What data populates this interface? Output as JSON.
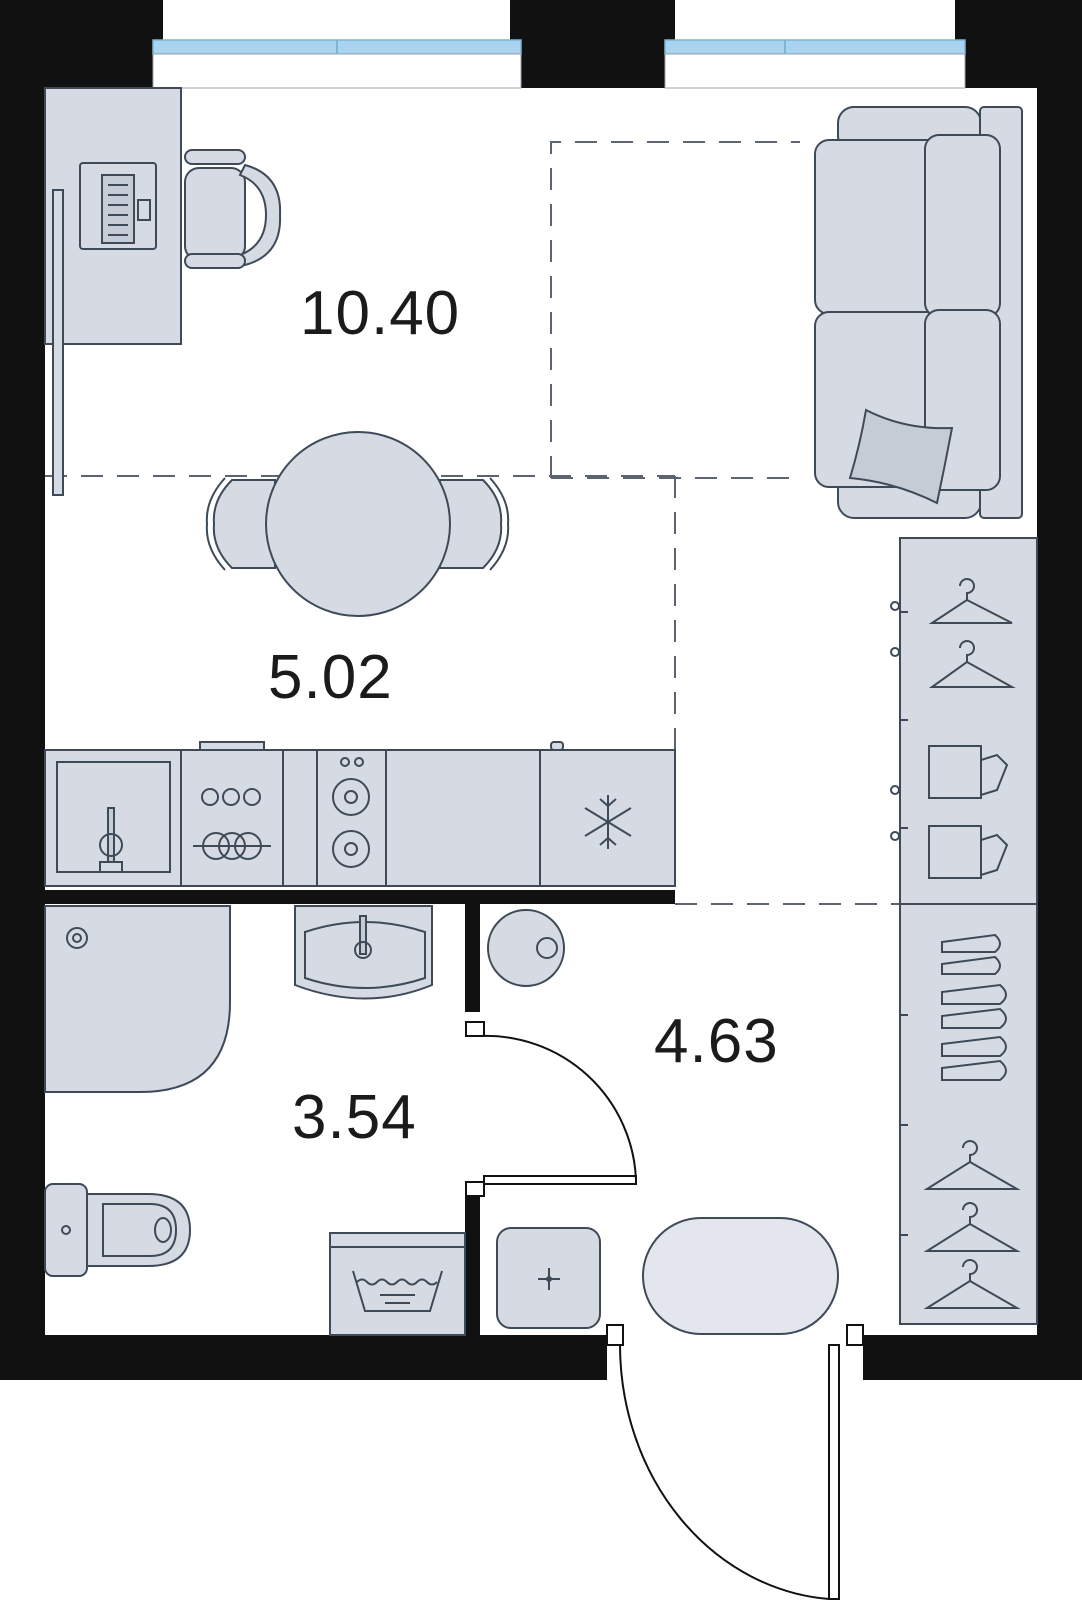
{
  "plan": {
    "rooms": [
      {
        "id": "living-room",
        "area": "10.40"
      },
      {
        "id": "kitchen",
        "area": "5.02"
      },
      {
        "id": "hallway",
        "area": "4.63"
      },
      {
        "id": "bathroom",
        "area": "3.54"
      }
    ]
  },
  "colors": {
    "wall": "#111111",
    "furniture": "#d6dbe3",
    "furniture_outline": "#3e4a58",
    "window_glass": "#a9d3ee",
    "label": "#1b1b1b"
  },
  "icons": [
    "laptop-icon",
    "snowflake-icon",
    "hanger-icon",
    "shirt-icon",
    "shoe-icon",
    "laundry-icon",
    "drain-icon"
  ]
}
